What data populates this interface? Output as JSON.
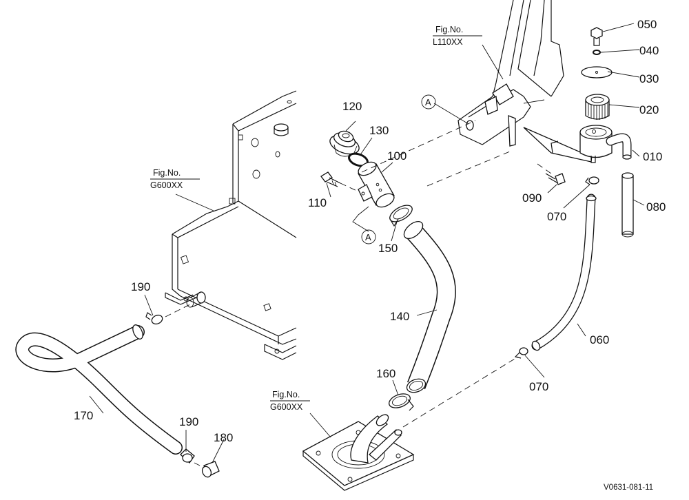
{
  "figure_refs": {
    "l110": {
      "line1": "Fig.No.",
      "line2": "L110XX"
    },
    "g600_left": {
      "line1": "Fig.No.",
      "line2": "G600XX"
    },
    "g600_bottom": {
      "line1": "Fig.No.",
      "line2": "G600XX"
    }
  },
  "parts": {
    "p050": "050",
    "p040": "040",
    "p030": "030",
    "p020": "020",
    "p010": "010",
    "p080": "080",
    "p090": "090",
    "p070_top": "070",
    "p060": "060",
    "p070_bottom": "070",
    "p120": "120",
    "p130": "130",
    "p100": "100",
    "p110": "110",
    "p150": "150",
    "p140": "140",
    "p160": "160",
    "p190_top": "190",
    "p170": "170",
    "p190_bottom": "190",
    "p180": "180"
  },
  "markers": {
    "a_top": "A",
    "a_bottom": "A"
  },
  "drawing_code": "V0631-081-11"
}
